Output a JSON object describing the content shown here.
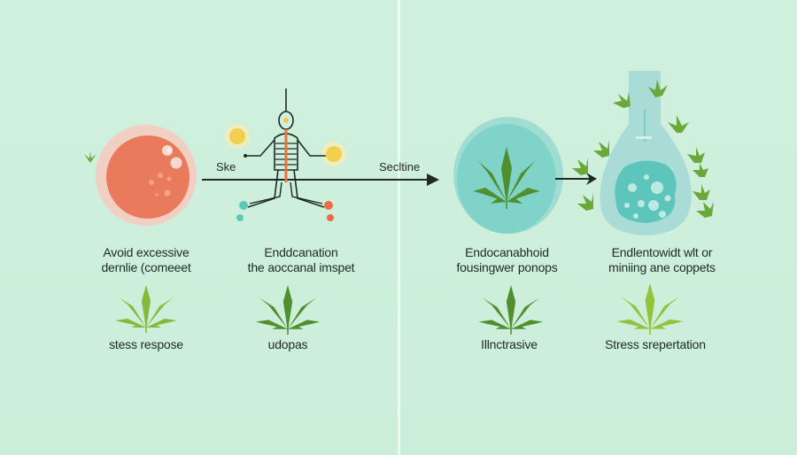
{
  "diagram": {
    "panels": [
      {
        "id": "left",
        "steps": [
          {
            "icon": "cell-orb-icon",
            "caption_line1": "Avoid excessive",
            "caption_line2": "dernlie (comeeet",
            "bottom_label": "stess respose"
          },
          {
            "icon": "human-nervous-system-icon",
            "caption_line1": "Enddcanation",
            "caption_line2": "the aoccanal imspet",
            "bottom_label": "udopas"
          }
        ]
      },
      {
        "id": "right",
        "steps": [
          {
            "icon": "cannabis-leaf-circle-icon",
            "caption_line1": "Endocanabhoid",
            "caption_line2": "fousingwer ponops",
            "bottom_label": "Illnctrasive"
          },
          {
            "icon": "flask-with-leaves-icon",
            "caption_line1": "Endlentowidt wlt or",
            "caption_line2": "miniing ane coppets",
            "bottom_label": "Stress srepertation"
          }
        ]
      }
    ],
    "arrows": [
      {
        "label": "Ske"
      },
      {
        "label": "Secltine"
      },
      {
        "label": ""
      }
    ],
    "colors": {
      "background": "#cdeedb",
      "divider": "#eef9f2",
      "orb_fill": "#e8765a",
      "orb_halo": "#f2c8bc",
      "teal_circle": "#7fd3c8",
      "flask": "#a9dcd6",
      "leaf_dark": "#4f8f2e",
      "leaf_light": "#8cbf3a",
      "text": "#1f2a24"
    }
  }
}
